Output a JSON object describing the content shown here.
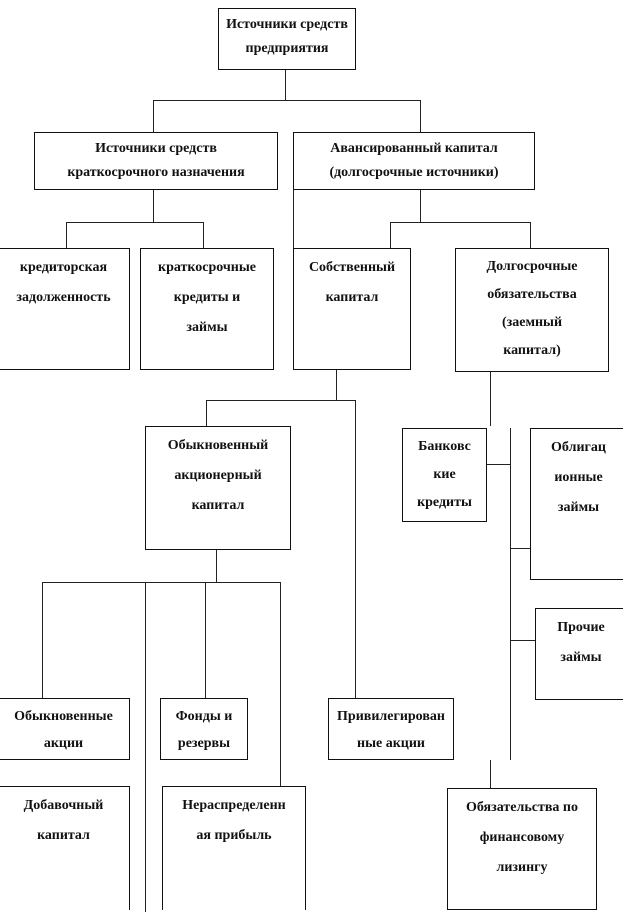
{
  "diagram": {
    "root": "Источники средств\nпредприятия",
    "short_term": "Источники средств\nкраткосрочного назначения",
    "advanced_capital": "Авансированный капитал\n(долгосрочные источники)",
    "payables": "кредиторская\nзадолженность",
    "short_loans": "краткосрочные\nкредиты и\nзаймы",
    "equity": "Собственный\nкапитал",
    "long_term_liabilities": "Долгосрочные\nобязательства\n(заемный\nкапитал)",
    "common_equity": "Обыкновенный\nакционерный\nкапитал",
    "bank_loans": "Банковс\nкие\nкредиты",
    "bonds": "Облигац\nионные\nзаймы",
    "other_loans": "Прочие\nзаймы",
    "common_shares": "Обыкновенные\nакции",
    "funds_reserves": "Фонды и\nрезервы",
    "preferred_shares": "Привилегирован\nные акции",
    "additional_capital": "Добавочный\nкапитал",
    "retained_earnings": "Нераспределенн\nая прибыль",
    "leasing": "Обязательства по\nфинансовому\nлизингу"
  }
}
